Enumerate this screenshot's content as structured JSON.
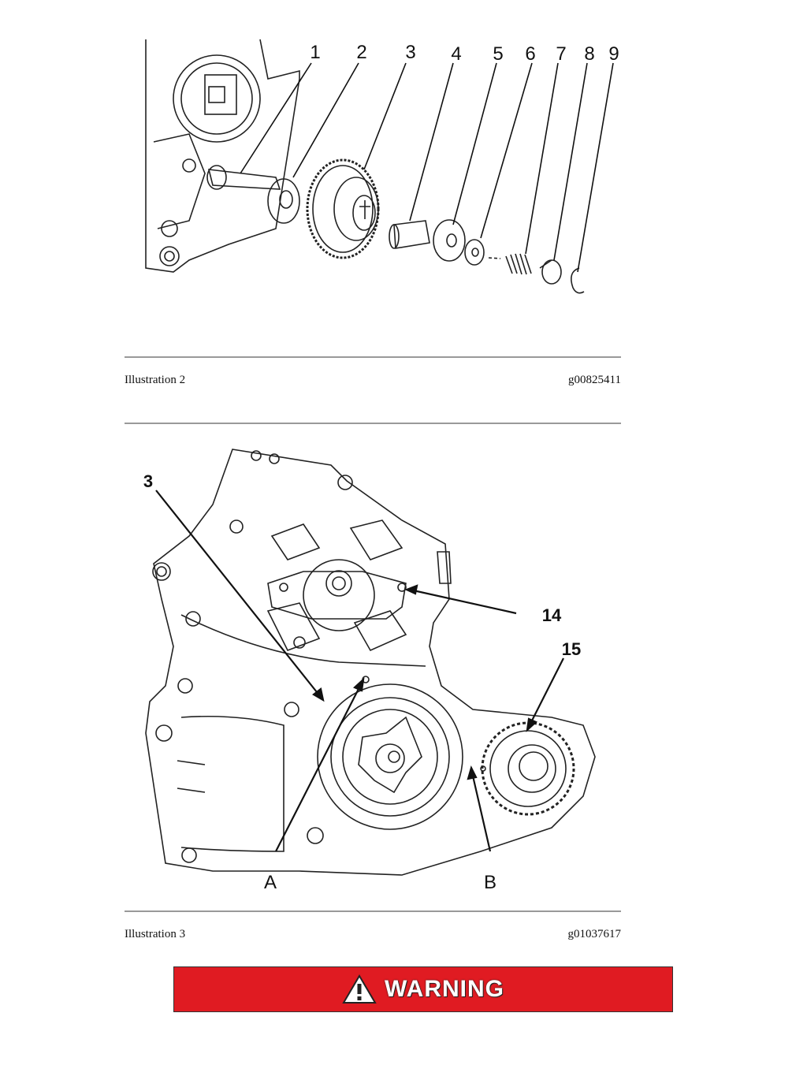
{
  "illustration_2": {
    "caption": "Illustration 2",
    "code": "g00825411",
    "callouts": [
      "1",
      "2",
      "3",
      "4",
      "5",
      "6",
      "7",
      "8",
      "9"
    ]
  },
  "illustration_3": {
    "caption": "Illustration 3",
    "code": "g01037617",
    "callouts": {
      "c3": "3",
      "c14": "14",
      "c15": "15",
      "a": "A",
      "b": "B"
    }
  },
  "warning": {
    "label": "WARNING",
    "background": "#e01b22"
  }
}
